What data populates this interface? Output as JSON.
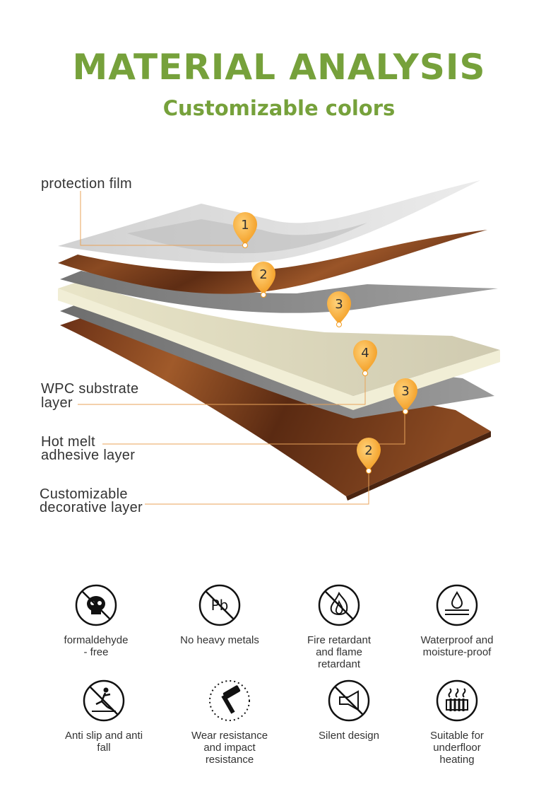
{
  "header": {
    "title": "MATERIAL ANALYSIS",
    "subtitle": "Customizable colors"
  },
  "colors": {
    "accent_green": "#76a13b",
    "pin_orange": "#f5a623",
    "leader_line": "#e8a35a"
  },
  "diagram": {
    "labels": {
      "protection_film": "protection film",
      "wpc_line1": "WPC substrate",
      "wpc_line2": "layer",
      "hotmelt_line1": "Hot melt",
      "hotmelt_line2": "adhesive layer",
      "decor_line1": "Customizable",
      "decor_line2": "decorative layer"
    },
    "pins": [
      "1",
      "2",
      "3",
      "4",
      "3",
      "2"
    ]
  },
  "features": [
    {
      "icon": "no-formaldehyde-icon",
      "label": "formaldehyde\n- free"
    },
    {
      "icon": "no-heavy-metals-icon",
      "label": "No heavy metals"
    },
    {
      "icon": "fire-retardant-icon",
      "label": "Fire retardant\nand flame\nretardant"
    },
    {
      "icon": "waterproof-icon",
      "label": "Waterproof and\nmoisture-proof"
    },
    {
      "icon": "anti-slip-icon",
      "label": "Anti slip and anti\nfall"
    },
    {
      "icon": "wear-resistance-icon",
      "label": "Wear resistance\nand impact\nresistance"
    },
    {
      "icon": "silent-design-icon",
      "label": "Silent design"
    },
    {
      "icon": "underfloor-heating-icon",
      "label": "Suitable for\nunderfloor\nheating"
    }
  ]
}
